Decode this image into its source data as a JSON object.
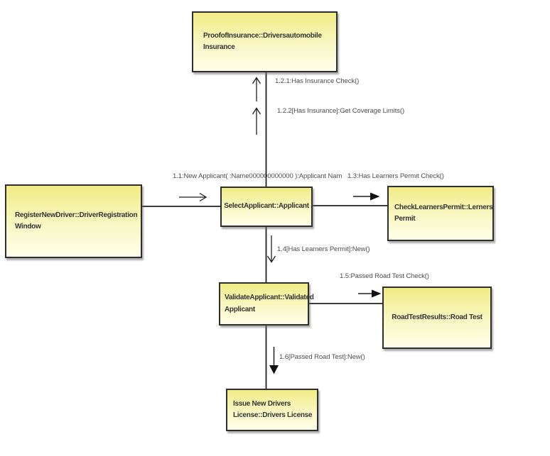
{
  "diagram": {
    "type": "uml-collaboration-diagram",
    "nodes": {
      "proof": "ProofofInsurance::Driversautomobile Insurance",
      "register": "RegisterNewDriver::DriverRegistration Window",
      "select": "SelectApplicant::Applicant",
      "check": "CheckLearnersPermit::Lerners Permit",
      "validate": "ValidateApplicant::Validated Applicant",
      "roadtest": "RoadTestResults::Road Test",
      "issue": "Issue New Drivers License::Drivers License"
    },
    "messages": {
      "m121": "1.2.1:Has Insurance Check()",
      "m122": "1.2.2[Has Insurance]:Get Coverage Limits()",
      "m11": "1.1:New Applicant( :Name000000000000 ):Applicant Nam",
      "m13": "1.3:Has Learners Permit Check()",
      "m14": "1.4[Has Learners Permit]:New()",
      "m15": "1.5:Passed Road Test Check()",
      "m16": "1.6[Passed Road Test]:New()"
    },
    "colors": {
      "background": "#ffffff",
      "node_fill_top": "#f0ec86",
      "node_fill_bottom": "#ffffe9",
      "node_border": "#2e2e2e",
      "connector": "#1f1f1f",
      "label_text": "#4d4d4d"
    }
  }
}
